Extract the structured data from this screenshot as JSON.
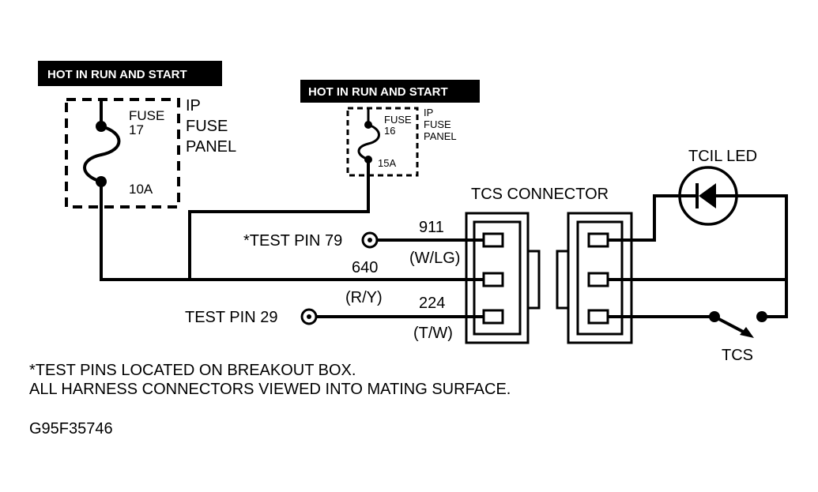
{
  "fuse17_block": {
    "header": "HOT IN RUN AND START",
    "fuse_label": "FUSE",
    "fuse_number": "17",
    "fuse_rating": "10A",
    "panel_line1": "IP",
    "panel_line2": "FUSE",
    "panel_line3": "PANEL"
  },
  "fuse16_block": {
    "header": "HOT IN RUN AND START",
    "fuse_label": "FUSE",
    "fuse_number": "16",
    "fuse_rating": "15A",
    "panel_line1": "IP",
    "panel_line2": "FUSE",
    "panel_line3": "PANEL"
  },
  "test_pin_79": "*TEST PIN 79",
  "test_pin_29": "TEST PIN 29",
  "wire_911": {
    "circuit": "911",
    "color": "(W/LG)"
  },
  "wire_640": {
    "circuit": "640",
    "color": "(R/Y)"
  },
  "wire_224": {
    "circuit": "224",
    "color": "(T/W)"
  },
  "tcs_connector_label": "TCS CONNECTOR",
  "tcil_led_label": "TCIL LED",
  "tcs_switch_label": "TCS",
  "notes": {
    "line1": "*TEST PINS LOCATED ON BREAKOUT BOX.",
    "line2": "ALL HARNESS CONNECTORS VIEWED INTO MATING SURFACE."
  },
  "figure_id": "G95F35746"
}
